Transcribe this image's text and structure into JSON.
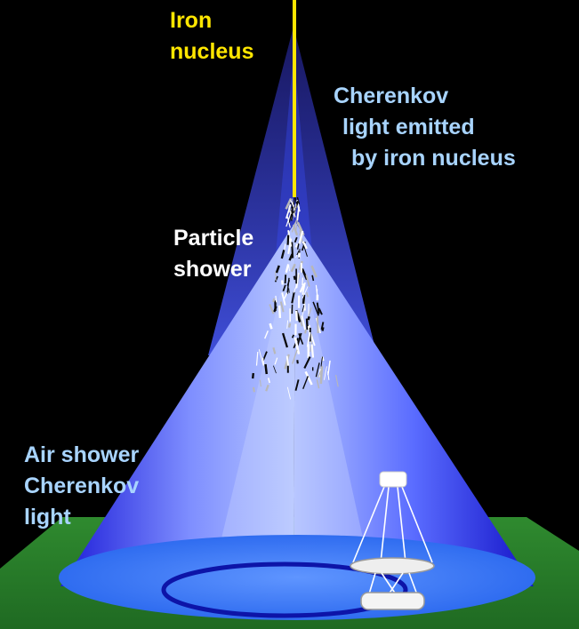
{
  "labels": {
    "iron_nucleus": [
      "Iron",
      "nucleus"
    ],
    "cherenkov_iron": [
      "Cherenkov",
      "light emitted",
      "by iron nucleus"
    ],
    "particle_shower": [
      "Particle",
      "shower"
    ],
    "air_shower": [
      "Air shower",
      "Cherenkov",
      "light"
    ]
  },
  "colors": {
    "background": "#000000",
    "ground": "#2e7d2e",
    "ground_dark": "#1d5c1f",
    "nucleus_track": "#ffe600",
    "iron_label": "#ffe600",
    "cherenkov_iron_label": "#a8d4ff",
    "particle_label": "#ffffff",
    "air_shower_label": "#a8d4ff",
    "cone_light": "#9fb8ff",
    "cone_deep": "#1a1ad6",
    "pool": "#3f7dff",
    "ring": "#0d14a8",
    "telescope": "#ffffff"
  }
}
